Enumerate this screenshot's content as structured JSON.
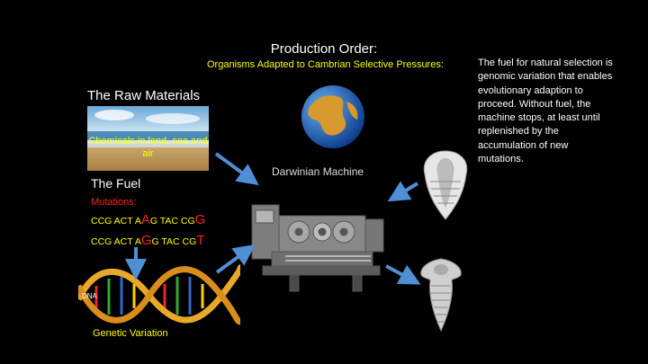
{
  "title": "Production Order:",
  "subtitle": "Organisms Adapted to Cambrian Selective Pressures:",
  "side_text": "The fuel for natural selection is genomic variation that enables evolutionary adaption to proceed. Without fuel, the machine stops, at least until replenished by the accumulation of new mutations.",
  "raw_materials": {
    "title": "The Raw Materials",
    "caption": "Chemicals in land, sea and air"
  },
  "fuel": {
    "title": "The Fuel",
    "subtitle": "Mutations:",
    "seq1": {
      "a": "CCG ACT A",
      "b": "A",
      "c": "G TAC CG",
      "d": "G"
    },
    "seq2": {
      "a": "CCG ACT A",
      "b": "G",
      "c": "G TAC CG",
      "d": "T"
    }
  },
  "dna_label": "DNA",
  "genetic_variation": "Genetic Variation",
  "machine_label": "Darwinian Machine",
  "colors": {
    "accent_yellow": "#ffff00",
    "mutation_red": "#ff2020",
    "arrow_blue": "#4f8fd6"
  }
}
